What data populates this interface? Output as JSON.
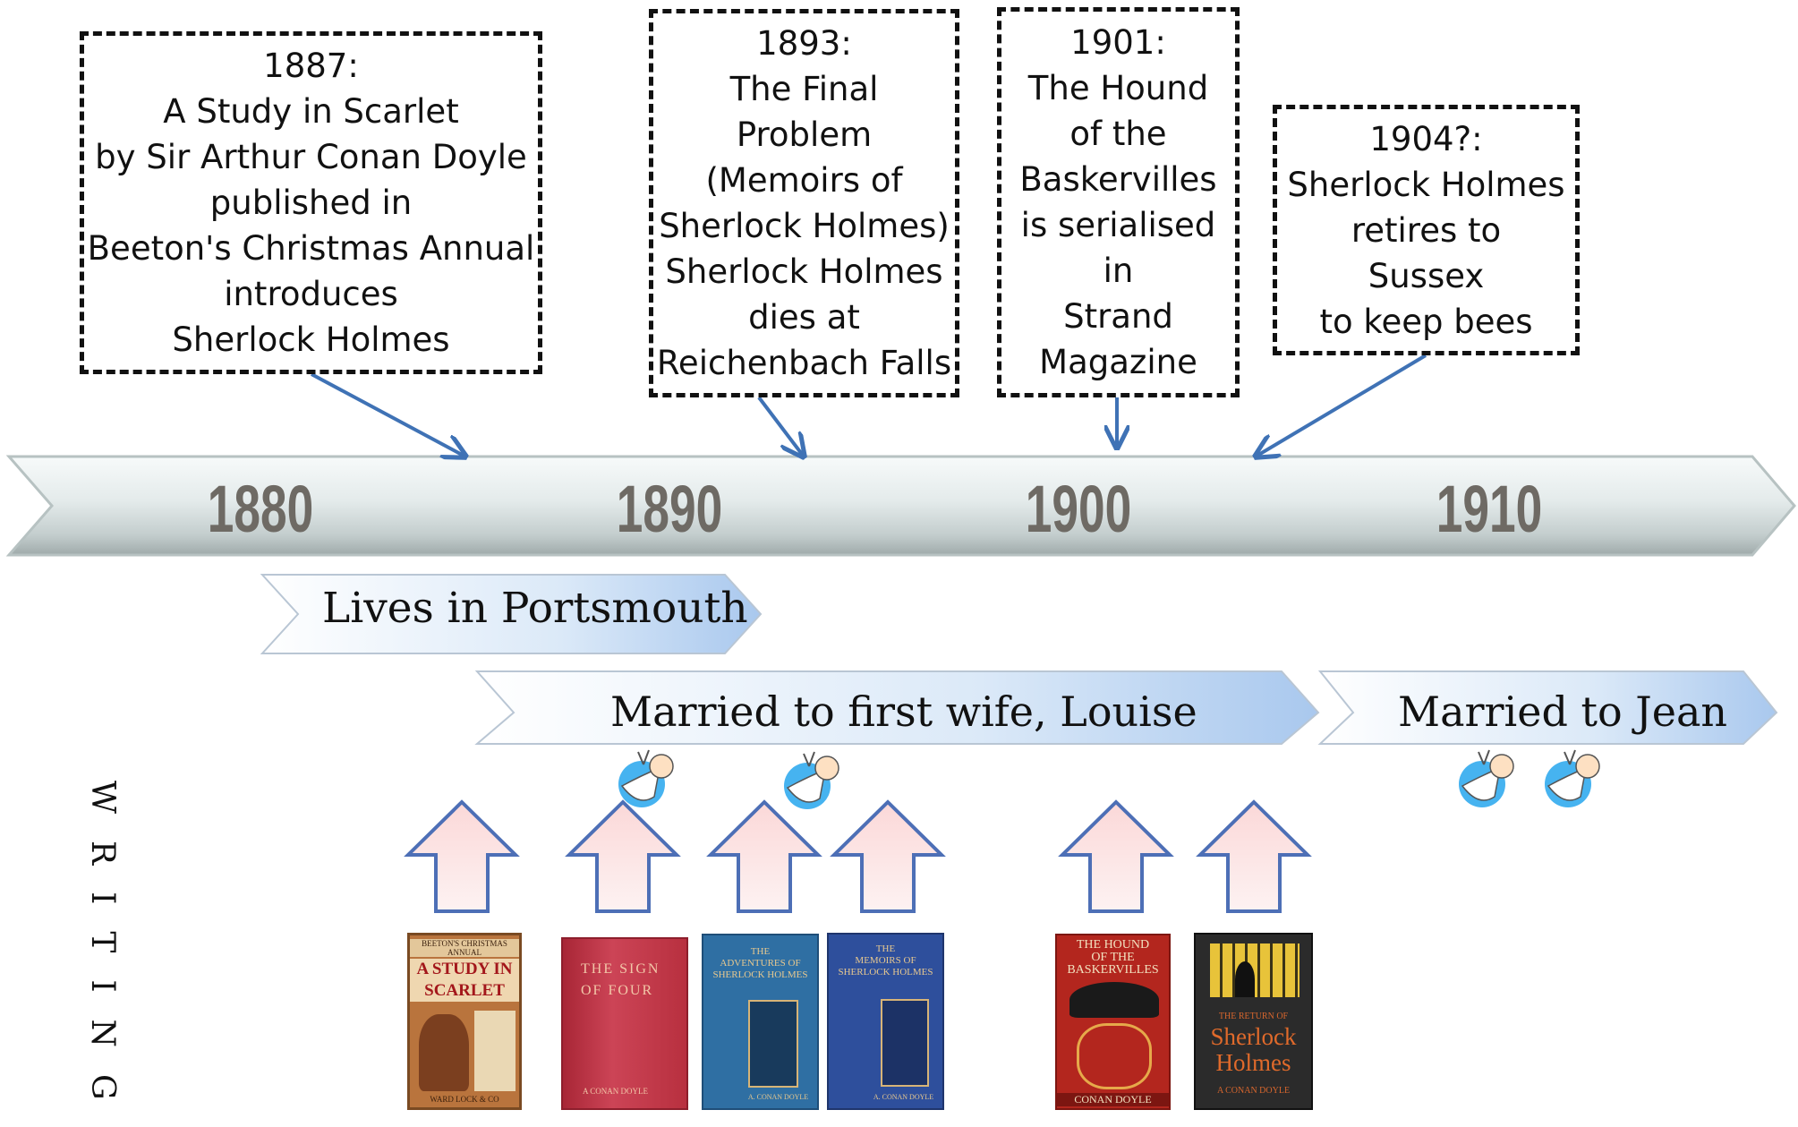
{
  "axis": {
    "decades": [
      "1880",
      "1890",
      "1900",
      "1910"
    ],
    "colors": {
      "arrow_light": "#fbfcfc",
      "arrow_mid": "#dfe6e6",
      "arrow_dark": "#aeb9b9",
      "decade_text": "#6e6a64"
    }
  },
  "events": [
    {
      "id": "scarlet",
      "text": "1887:\nA Study in Scarlet\nby Sir Arthur Conan Doyle\npublished in\nBeeton's Christmas Annual\nintroduces\nSherlock Holmes"
    },
    {
      "id": "final",
      "text": "1893:\nThe Final\nProblem\n(Memoirs of\nSherlock Holmes)\nSherlock Holmes\ndies at\nReichenbach Falls"
    },
    {
      "id": "hound",
      "text": "1901:\nThe Hound\nof the\nBaskervilles\nis serialised\nin\nStrand\nMagazine"
    },
    {
      "id": "retire",
      "text": "1904?:\nSherlock Holmes\nretires to\nSussex\nto keep bees"
    }
  ],
  "life": [
    {
      "id": "portsmouth",
      "label": "Lives in Portsmouth"
    },
    {
      "id": "louise",
      "label": "Married to first wife, Louise"
    },
    {
      "id": "jean",
      "label": "Married to Jean"
    }
  ],
  "children_icons": [
    "baby-icon",
    "baby-icon",
    "baby-icon",
    "baby-icon"
  ],
  "writing": {
    "label": "WRITING",
    "arrow_icon": "up-arrow-icon",
    "books": [
      {
        "id": "scarlet",
        "header": "BEETON'S CHRISTMAS ANNUAL",
        "title": "A STUDY IN\nSCARLET",
        "author": "WARD LOCK & CO",
        "color": "#b9743d"
      },
      {
        "id": "sign",
        "title": "THE SIGN\nOF FOUR",
        "author": "A CONAN DOYLE",
        "color": "#c83a4c"
      },
      {
        "id": "adventures",
        "title": "THE\nADVENTURES OF\nSHERLOCK HOLMES",
        "author": "A. CONAN DOYLE",
        "color": "#2f6fa3"
      },
      {
        "id": "memoirs",
        "title": "THE\nMEMOIRS OF\nSHERLOCK HOLMES",
        "author": "A. CONAN DOYLE",
        "color": "#2e4f9c"
      },
      {
        "id": "hound",
        "title": "THE HOUND\nOF THE\nBASKERVILLES",
        "author": "CONAN DOYLE",
        "color": "#b3261e"
      },
      {
        "id": "return",
        "header": "THE RETURN OF",
        "title": "Sherlock\nHolmes",
        "author": "A CONAN DOYLE",
        "color": "#2b2b2b"
      }
    ]
  }
}
